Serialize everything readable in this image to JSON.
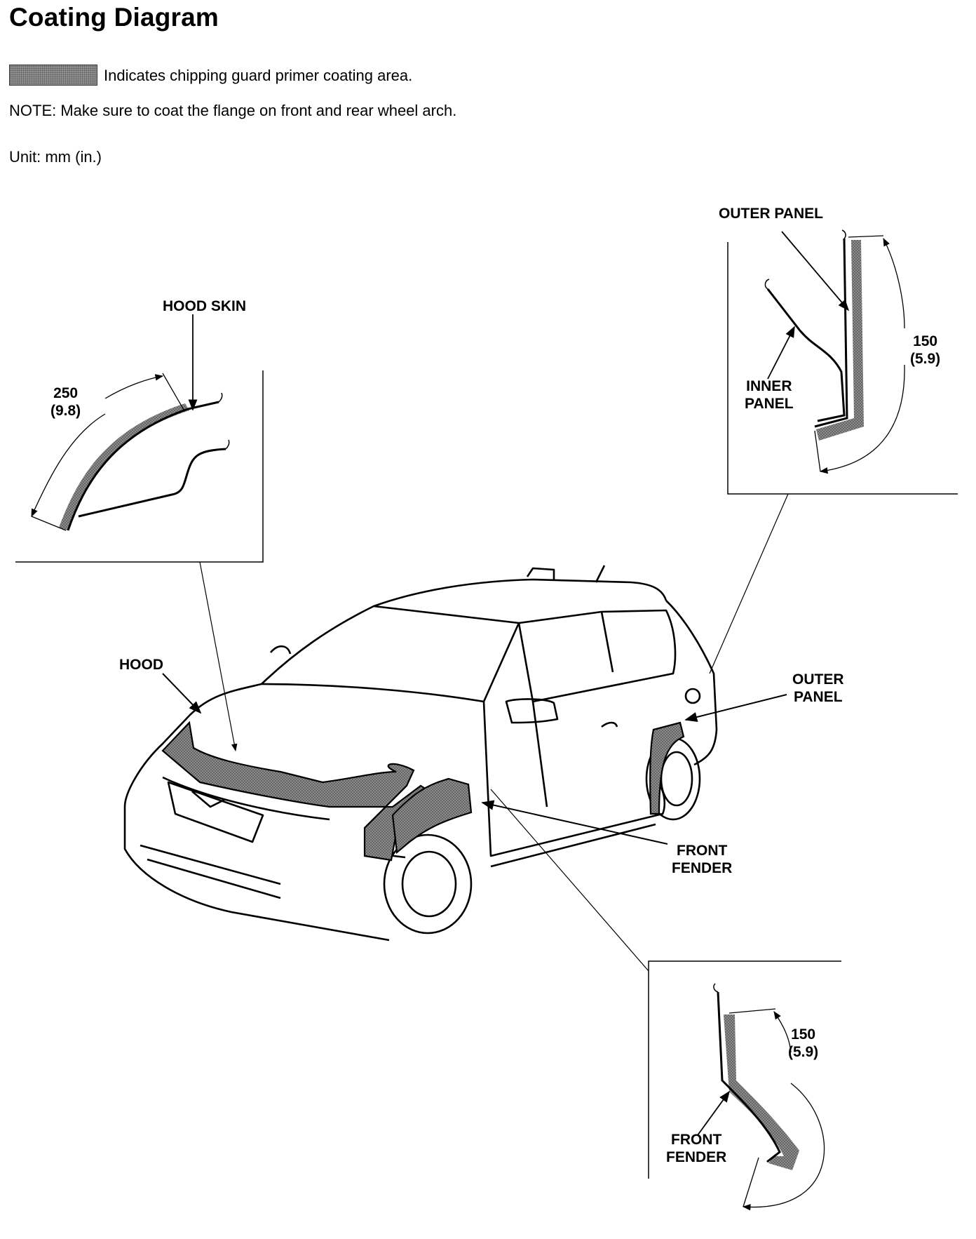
{
  "title": "Coating Diagram",
  "legend": {
    "text": "Indicates chipping guard primer coating area."
  },
  "note": "NOTE: Make sure to coat the flange on front and rear wheel arch.",
  "unit": "Unit: mm (in.)",
  "labels": {
    "hood_skin": "HOOD SKIN",
    "hood": "HOOD",
    "outer_panel_top": "OUTER PANEL",
    "inner_panel": [
      "INNER",
      "PANEL"
    ],
    "outer_panel_side": [
      "OUTER",
      "PANEL"
    ],
    "front_fender_side": [
      "FRONT",
      "FENDER"
    ],
    "front_fender_detail": [
      "FRONT",
      "FENDER"
    ]
  },
  "dimensions": {
    "hood": [
      "250",
      "(9.8)"
    ],
    "rear_arch": [
      "150",
      "(5.9)"
    ],
    "front_arch": [
      "150",
      "(5.9)"
    ]
  },
  "colors": {
    "ink": "#000000",
    "coating": "#8c8c8c",
    "coating_dot": "#4a4a4a"
  }
}
